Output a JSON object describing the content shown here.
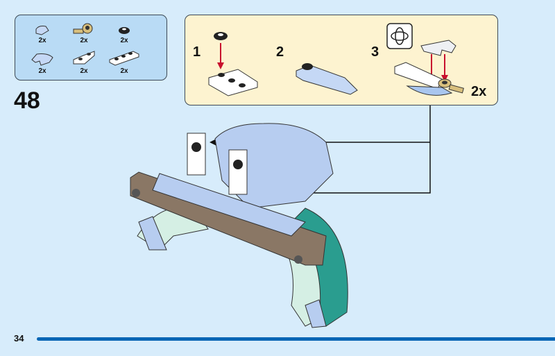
{
  "parts_list": [
    {
      "name": "curved-slope-1x1",
      "qty": "2x"
    },
    {
      "name": "tan-bar-holder-clip",
      "qty": "2x"
    },
    {
      "name": "black-round-tile-1x1",
      "qty": "2x"
    },
    {
      "name": "curved-slope-1x2",
      "qty": "2x"
    },
    {
      "name": "white-plate-inverted",
      "qty": "2x"
    },
    {
      "name": "white-plate-1x3",
      "qty": "2x"
    }
  ],
  "step_number": "48",
  "subassembly": {
    "steps": [
      {
        "number": "1"
      },
      {
        "number": "2"
      },
      {
        "number": "3"
      }
    ],
    "multiplier": "2x",
    "icon": "rotate-model-icon"
  },
  "page_number": "34",
  "colors": {
    "background": "#d7ecfb",
    "parts_box": "#b9dbf5",
    "subassembly_box": "#fdf3d0",
    "accent": "#0a66b5",
    "arrow": "#c8102e"
  }
}
